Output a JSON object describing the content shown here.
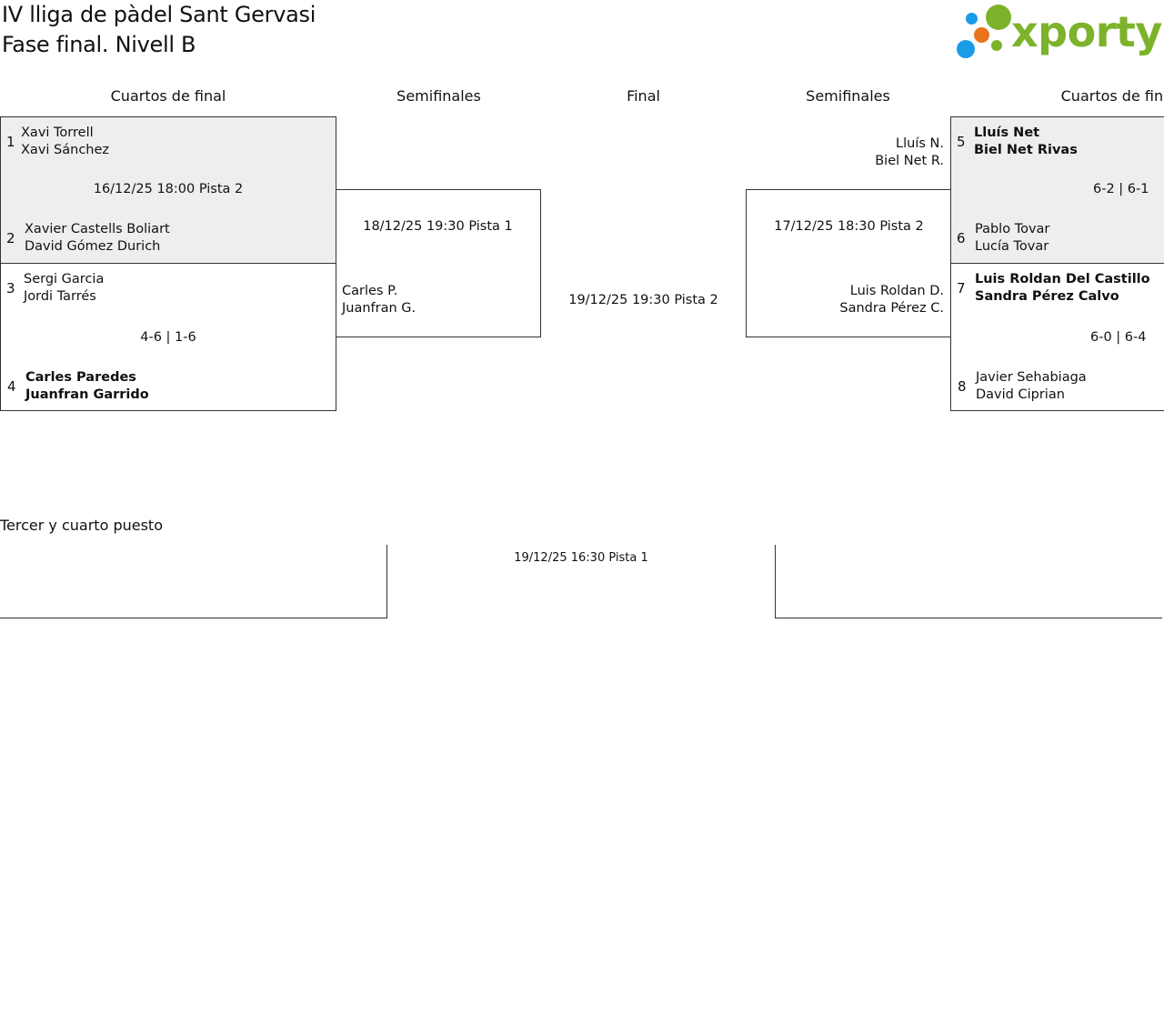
{
  "header": {
    "title_line1": "IV lliga de pàdel Sant Gervasi",
    "title_line2": "Fase final. Nivell B",
    "logo_text": "xporty",
    "logo_dot_colors": [
      "#1a9be6",
      "#e8741c",
      "#7cb32b"
    ]
  },
  "columns": {
    "qf_left": "Cuartos de final",
    "sf_left": "Semifinales",
    "final": "Final",
    "sf_right": "Semifinales",
    "qf_right": "Cuartos de final"
  },
  "qf_left": {
    "match1": {
      "seed_a": "1",
      "team_a": [
        "Xavi Torrell",
        "Xavi Sánchez"
      ],
      "info": "16/12/25 18:00 Pista 2",
      "seed_b": "2",
      "team_b": [
        "Xavier Castells Boliart",
        "David Gómez Durich"
      ]
    },
    "match2": {
      "seed_a": "3",
      "team_a": [
        "Sergi Garcia",
        "Jordi Tarrés"
      ],
      "info": "4-6 | 1-6",
      "seed_b": "4",
      "team_b": [
        "Carles Paredes",
        "Juanfran Garrido"
      ]
    }
  },
  "sf_left": {
    "info": "18/12/25 19:30 Pista 1",
    "team_b": [
      "Carles P.",
      "Juanfran G."
    ]
  },
  "final": {
    "info": "19/12/25 19:30 Pista 2"
  },
  "sf_right": {
    "team_a": [
      "Lluís N.",
      "Biel Net R."
    ],
    "info": "17/12/25 18:30 Pista 2",
    "team_b": [
      "Luis Roldan D.",
      "Sandra Pérez C."
    ]
  },
  "qf_right": {
    "match1": {
      "seed_a": "5",
      "team_a": [
        "Lluís Net",
        "Biel Net Rivas"
      ],
      "info": "6-2 | 6-1",
      "seed_b": "6",
      "team_b": [
        "Pablo Tovar",
        "Lucía Tovar"
      ]
    },
    "match2": {
      "seed_a": "7",
      "team_a": [
        "Luis Roldan Del Castillo",
        "Sandra Pérez Calvo"
      ],
      "info": "6-0 | 6-4",
      "seed_b": "8",
      "team_b": [
        "Javier Sehabiaga",
        "David Ciprian"
      ]
    }
  },
  "third_place": {
    "title": "Tercer y cuarto puesto",
    "info": "19/12/25 16:30 Pista 1"
  }
}
